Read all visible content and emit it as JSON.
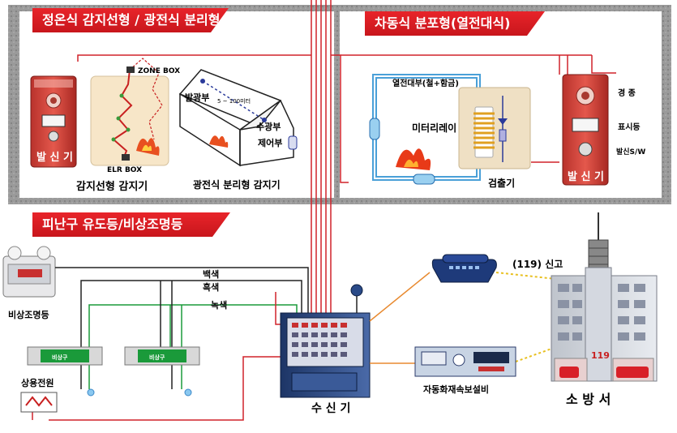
{
  "banners": {
    "top_left": "정온식 감지선형 / 광전식 분리형",
    "top_right": "차동식 분포형(열전대식)",
    "middle_left": "피난구 유도등/비상조명등"
  },
  "linear_detector": {
    "zone_box": "ZONE BOX",
    "elr_box": "ELR BOX",
    "caption": "감지선형 감지기"
  },
  "left_transmitter": {
    "label": "발 신 기"
  },
  "photoelectric": {
    "emitter": "발광부",
    "distance": "5 ~ 100미터",
    "receiver": "수광부",
    "controller": "제어부",
    "caption": "광전식 분리형 감지기"
  },
  "thermocouple": {
    "wire_label": "열전대부(철+함금)",
    "meter_relay": "미터리레이",
    "detector": "검출기"
  },
  "right_transmitter": {
    "label": "발 신 기",
    "bell": "경 종",
    "indicator": "표시등",
    "switch": "발신S/W"
  },
  "wiring": {
    "white": "백색",
    "black": "흑색",
    "green": "녹색"
  },
  "emergency_light": {
    "label": "비상조명등"
  },
  "exit_signs": {
    "text": "비상구"
  },
  "power": {
    "label": "상용전원"
  },
  "receiver_panel": {
    "label": "수 신 기"
  },
  "phone": {
    "report": "(119) 신고"
  },
  "auto_alarm": {
    "label": "자동화재속보설비"
  },
  "fire_station": {
    "label": "소 방 서",
    "sign": "119"
  },
  "colors": {
    "banner_red": "#d81e25",
    "wire_red": "#d0222a",
    "wire_blue": "#4aa0d8",
    "wire_green": "#1a9a3a",
    "wire_orange": "#e88a30",
    "panel_blue": "#2c4a80"
  }
}
